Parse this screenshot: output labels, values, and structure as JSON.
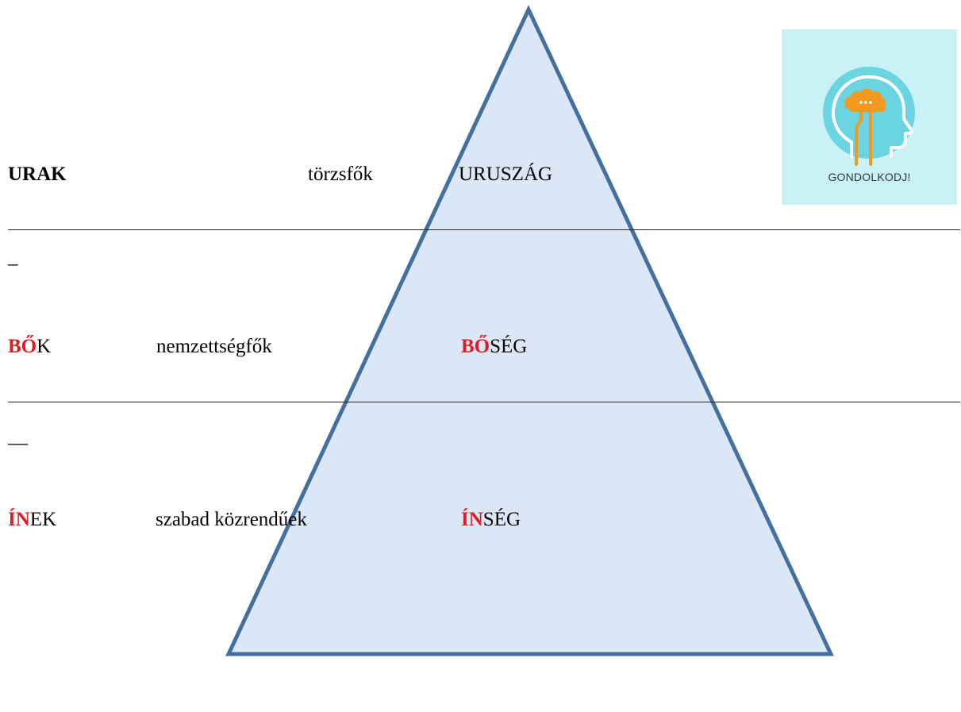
{
  "rows": [
    {
      "term": {
        "lead": "",
        "rest": "URAK",
        "bold": true
      },
      "role": "törzsfők",
      "abstract": {
        "lead": "",
        "rest": "URUSZÁG"
      }
    },
    {
      "term": {
        "lead": "BŐ",
        "rest": "K",
        "bold": false
      },
      "role": "nemzettségfők",
      "abstract": {
        "lead": "BŐ",
        "rest": "SÉG"
      }
    },
    {
      "term": {
        "lead": "ÍN",
        "rest": "EK",
        "bold": false
      },
      "role": "szabad közrendűek",
      "abstract": {
        "lead": "ÍN",
        "rest": "SÉG"
      }
    }
  ],
  "separators": [
    "–",
    "__"
  ],
  "badge": {
    "caption": "GONDOLKODJ!",
    "icon": "thinking-head-icon"
  },
  "colors": {
    "pyramid_fill": "#dbe7f6",
    "pyramid_stroke": "#44709d",
    "highlight": "#e11b22",
    "badge_bg": "#c9f1f6",
    "badge_circle": "#6ad5e1",
    "badge_head": "#f29a1f"
  }
}
